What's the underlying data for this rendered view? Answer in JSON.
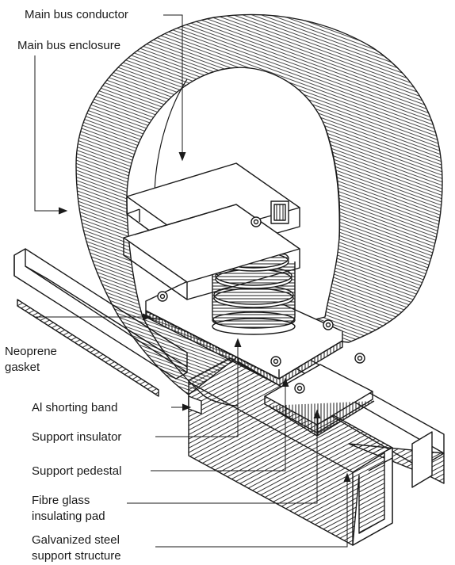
{
  "labels": {
    "main_bus_conductor": "Main bus conductor",
    "main_bus_enclosure": "Main bus enclosure",
    "neoprene_gasket_1": "Neoprene",
    "neoprene_gasket_2": "gasket",
    "al_shorting_band": "Al shorting band",
    "support_insulator": "Support insulator",
    "support_pedestal": "Support pedestal",
    "fibre_glass_pad_1": "Fibre glass",
    "fibre_glass_pad_2": "insulating pad",
    "galvanized_steel_1": "Galvanized steel",
    "galvanized_steel_2": "support structure"
  },
  "colors": {
    "ink": "#1a1a1a",
    "background": "#ffffff"
  }
}
